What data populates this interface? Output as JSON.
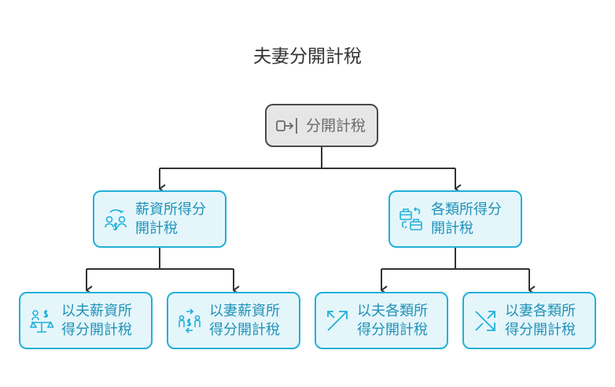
{
  "title": "夫妻分開計稅",
  "nodes": {
    "root": {
      "label": "分開計稅",
      "icon": "logout-arrow-icon"
    },
    "salary": {
      "line1": "薪資所得分",
      "line2": "開計稅",
      "icon": "people-swap-money-icon"
    },
    "all_income": {
      "line1": "各類所得分",
      "line2": "開計稅",
      "icon": "briefcase-swap-icon"
    },
    "husband_salary": {
      "line1": "以夫薪資所",
      "line2": "得分開計稅",
      "icon": "scale-money-icon"
    },
    "wife_salary": {
      "line1": "以妻薪資所",
      "line2": "得分開計稅",
      "icon": "family-transfer-icon"
    },
    "husband_all": {
      "line1": "以夫各類所",
      "line2": "得分開計稅",
      "icon": "expand-arrows-icon"
    },
    "wife_all": {
      "line1": "以妻各類所",
      "line2": "得分開計稅",
      "icon": "shuffle-arrows-icon"
    }
  },
  "colors": {
    "root_border": "#4a4a4a",
    "root_fill": "#e6e6e6",
    "leaf_border": "#23b0d8",
    "leaf_fill": "#e5f6fb",
    "leaf_text": "#1e91b8",
    "edge": "#333333"
  }
}
